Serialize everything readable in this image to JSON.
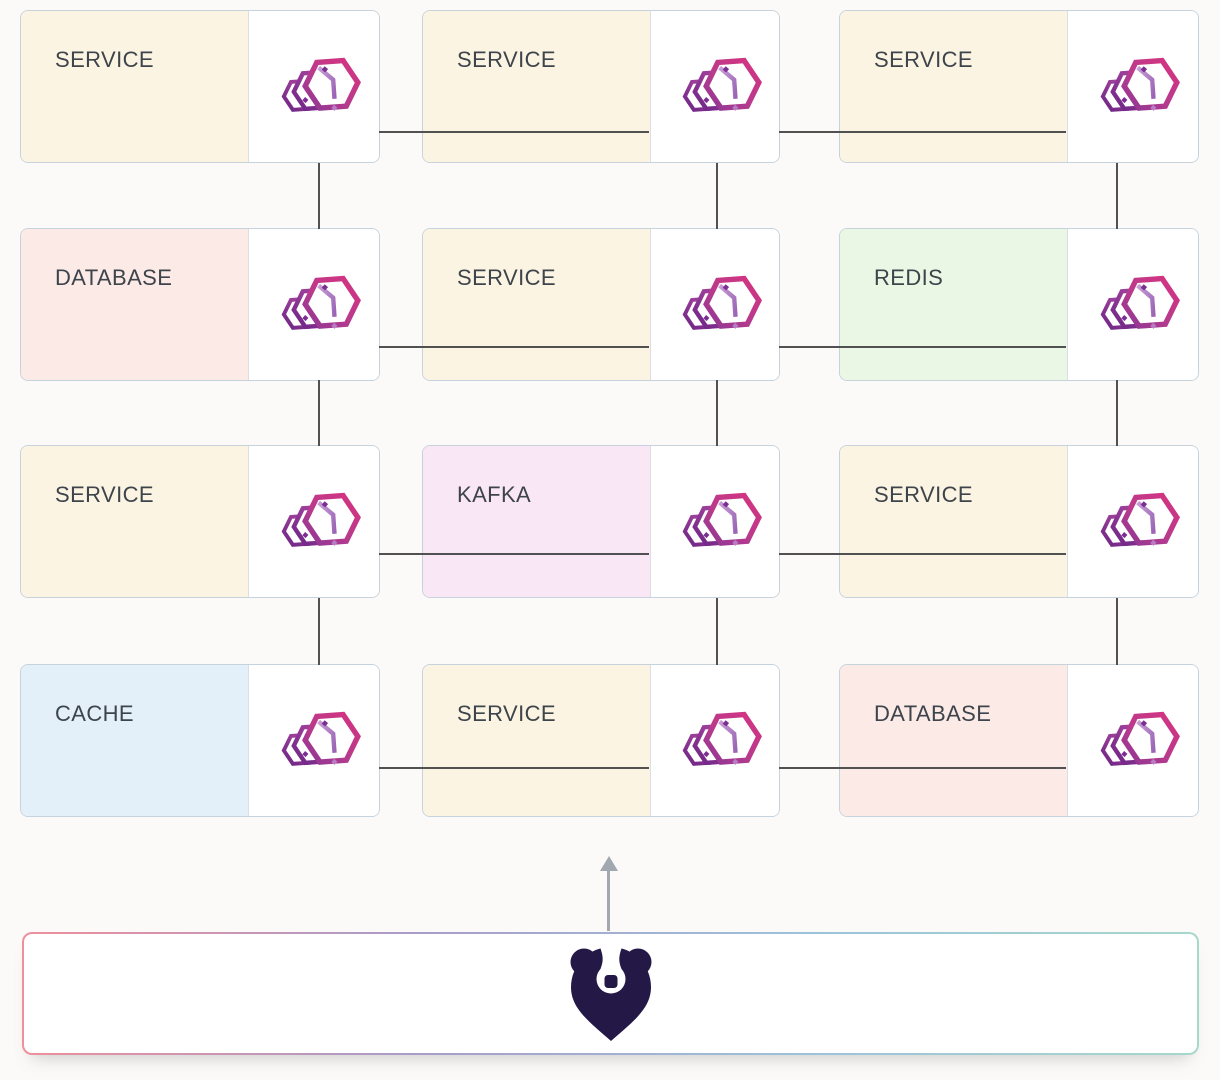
{
  "nodes": [
    {
      "label": "SERVICE",
      "tone": "service"
    },
    {
      "label": "SERVICE",
      "tone": "service"
    },
    {
      "label": "SERVICE",
      "tone": "service"
    },
    {
      "label": "DATABASE",
      "tone": "database"
    },
    {
      "label": "SERVICE",
      "tone": "service"
    },
    {
      "label": "REDIS",
      "tone": "redis"
    },
    {
      "label": "SERVICE",
      "tone": "service"
    },
    {
      "label": "KAFKA",
      "tone": "kafka"
    },
    {
      "label": "SERVICE",
      "tone": "service"
    },
    {
      "label": "CACHE",
      "tone": "cache"
    },
    {
      "label": "SERVICE",
      "tone": "service"
    },
    {
      "label": "DATABASE",
      "tone": "database"
    }
  ],
  "icons": {
    "node_icon": "containers-cube-icon",
    "footer_icon": "bear-logo-icon",
    "arrow_icon": "up-arrow"
  },
  "colors": {
    "service": "#FBF4E2",
    "database": "#FCEAE6",
    "redis": "#EAF7E4",
    "kafka": "#FAE7F5",
    "cache": "#E3F0F9",
    "edge": "#515151",
    "arrow": "#A2A8B0",
    "card_border": "#C7D3DC",
    "label_text": "#3E444B",
    "bear": "#241847",
    "icon_pink": "#D63380",
    "icon_purple": "#7C2F93",
    "panel_gradient": [
      "#EE8F9C",
      "#A99CC9",
      "#9CC2DB",
      "#A7D8CB"
    ]
  }
}
